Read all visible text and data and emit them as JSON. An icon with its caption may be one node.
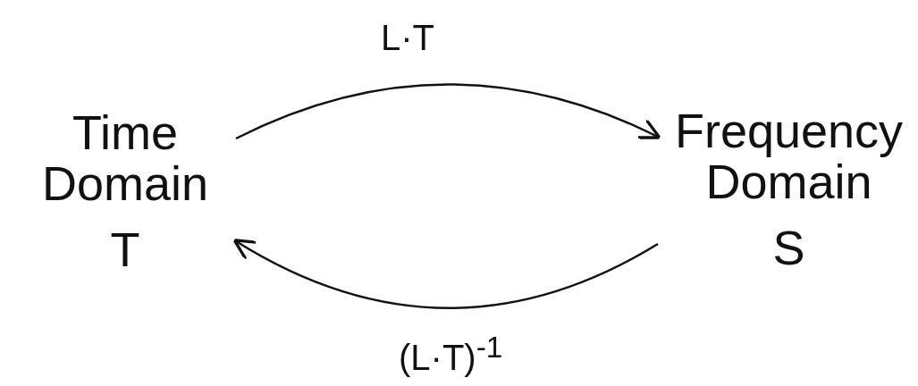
{
  "diagram": {
    "nodes": [
      {
        "text": [
          "Time Domain",
          "T"
        ]
      },
      {
        "text": [
          "Frequency Domain",
          "S"
        ]
      }
    ],
    "edges": [
      {
        "from": 0,
        "to": 1,
        "arrow": "to",
        "label": "L·T"
      },
      {
        "from": 1,
        "to": 0,
        "arrow": "to",
        "label": "(L·T)$^{-1}$"
      }
    ]
  }
}
